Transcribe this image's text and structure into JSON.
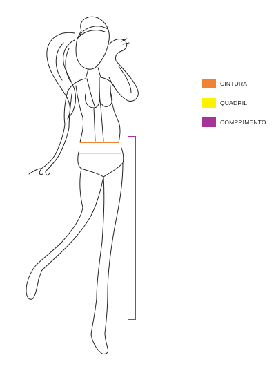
{
  "legend": {
    "items": [
      {
        "key": "cintura",
        "label": "CINTURA",
        "color": "#F08232"
      },
      {
        "key": "quadril",
        "label": "QUADRIL",
        "color": "#FFF200"
      },
      {
        "key": "comprimento",
        "label": "COMPRIMENTO",
        "color": "#A63397"
      }
    ]
  },
  "colors": {
    "outline": "#222222",
    "background": "#FFFFFF"
  }
}
